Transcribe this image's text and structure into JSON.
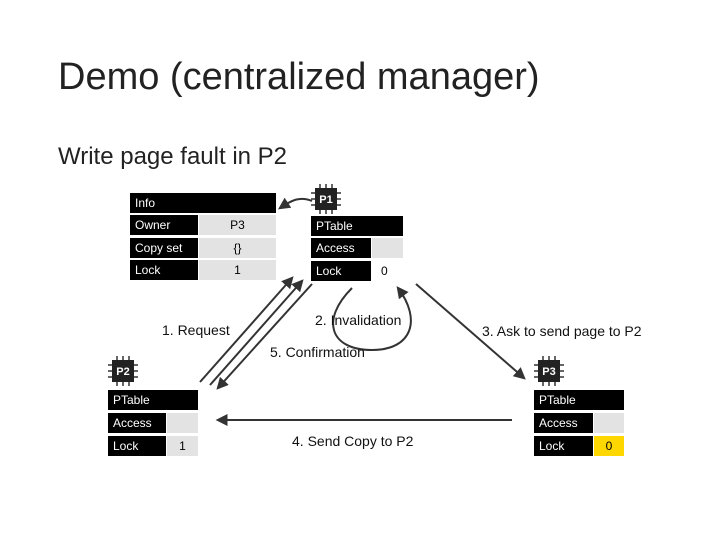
{
  "slide": {
    "title": "Demo (centralized manager)",
    "subtitle": "Write page fault in P2"
  },
  "info_table": {
    "header": "Info",
    "rows": [
      {
        "label": "Owner",
        "value": "P3"
      },
      {
        "label": "Copy set",
        "value": "{}"
      },
      {
        "label": "Lock",
        "value": "1"
      }
    ]
  },
  "p1": {
    "chip_label": "P1",
    "ptable_header": "PTable",
    "access_label": "Access",
    "access_value": "",
    "lock_label": "Lock",
    "lock_value": "0"
  },
  "p2": {
    "chip_label": "P2",
    "ptable_header": "PTable",
    "access_label": "Access",
    "access_value": "",
    "lock_label": "Lock",
    "lock_value": "1"
  },
  "p3": {
    "chip_label": "P3",
    "ptable_header": "PTable",
    "access_label": "Access",
    "access_value": "",
    "lock_label": "Lock",
    "lock_value": "0",
    "lock_highlight_color": "#ffd700"
  },
  "steps": {
    "request": "1. Request",
    "invalidation": "2. Invalidation",
    "ask_send": "3. Ask to send page to P2",
    "send_copy": "4. Send Copy to P2",
    "confirmation": "5. Confirmation"
  },
  "icons": {
    "chip": "processor-chip-icon"
  }
}
